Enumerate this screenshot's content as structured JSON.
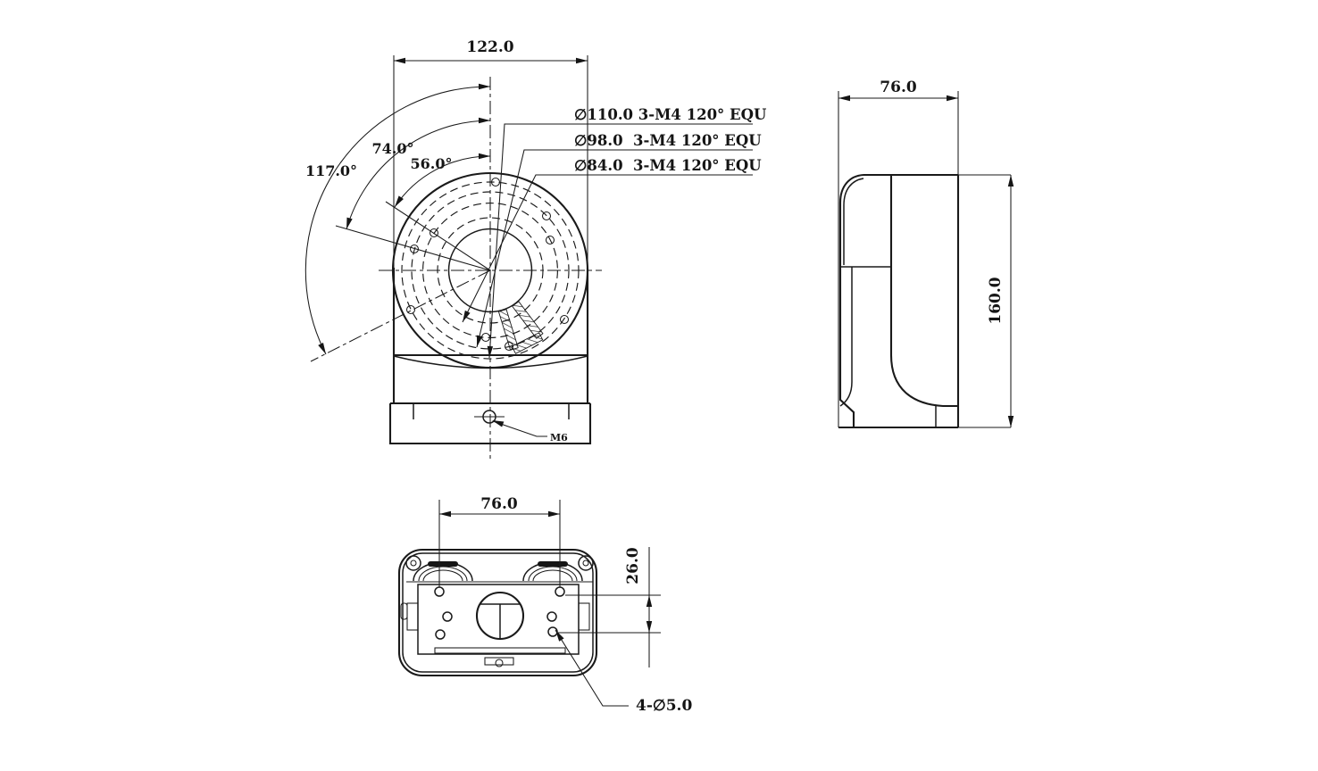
{
  "drawing": {
    "front_view": {
      "width_dim": "122.0",
      "angle_dim_outer": "117.0°",
      "angle_dim_middle": "74.0°",
      "angle_dim_inner": "56.0°",
      "callouts": [
        "∅110.0 3-M4 120° EQU",
        "∅98.0  3-M4 120° EQU",
        "∅84.0  3-M4 120° EQU"
      ],
      "thread_label": "M6"
    },
    "side_view": {
      "width_dim": "76.0",
      "height_dim": "160.0"
    },
    "bottom_view": {
      "width_dim": "76.0",
      "pitch_dim": "26.0",
      "hole_callout": "4-∅5.0"
    }
  }
}
